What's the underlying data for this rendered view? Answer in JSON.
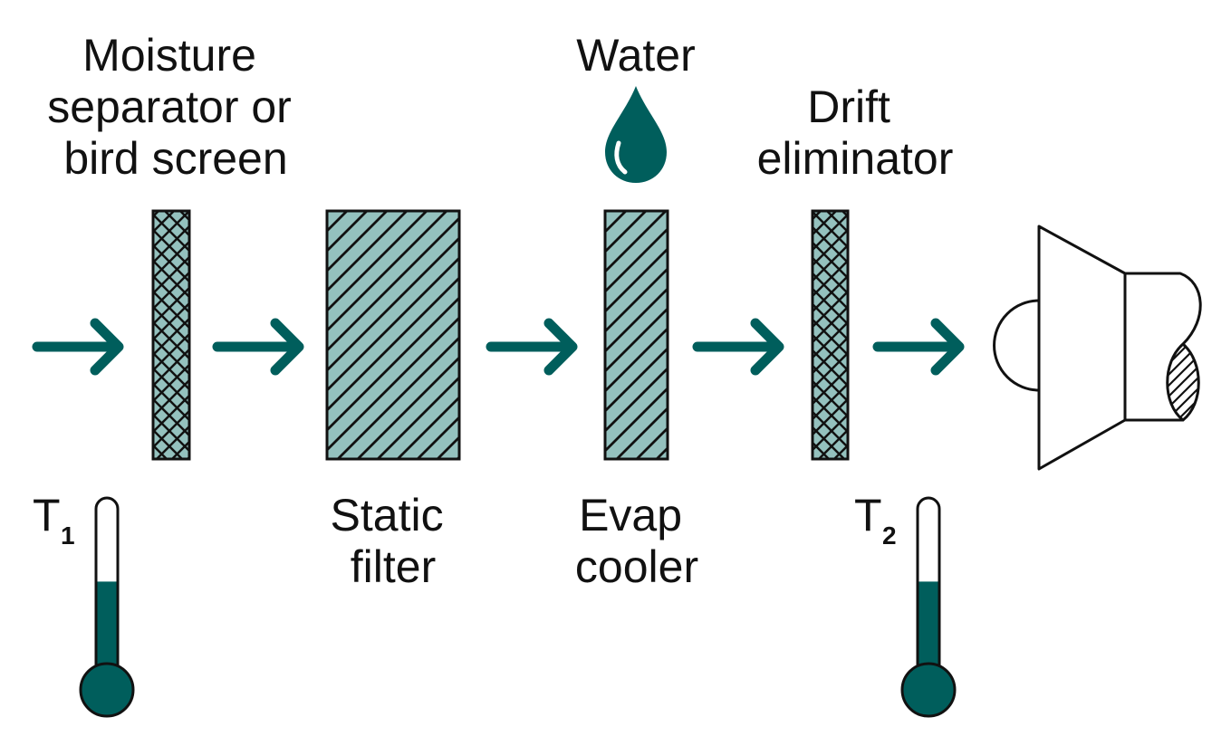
{
  "colors": {
    "teal": "#005E5C",
    "panel_fill": "#94C1BE",
    "outline": "#111111",
    "background": "#FFFFFF"
  },
  "labels": {
    "moisture_separator": [
      "Moisture",
      "separator or",
      "bird screen"
    ],
    "water": "Water",
    "drift_eliminator": [
      "Drift",
      "eliminator"
    ],
    "static_filter": [
      "Static",
      "filter"
    ],
    "evap_cooler": [
      "Evap",
      "cooler"
    ],
    "t1": {
      "main": "T",
      "sub": "1"
    },
    "t2": {
      "main": "T",
      "sub": "2"
    }
  },
  "icons": {
    "water_drop": "water-drop-icon",
    "thermometer": "thermometer-icon",
    "flow_arrow": "arrow-right-icon",
    "fan": "fan-icon"
  },
  "thermometers": [
    {
      "name": "T1",
      "level": 0.58
    },
    {
      "name": "T2",
      "level": 0.58
    }
  ]
}
